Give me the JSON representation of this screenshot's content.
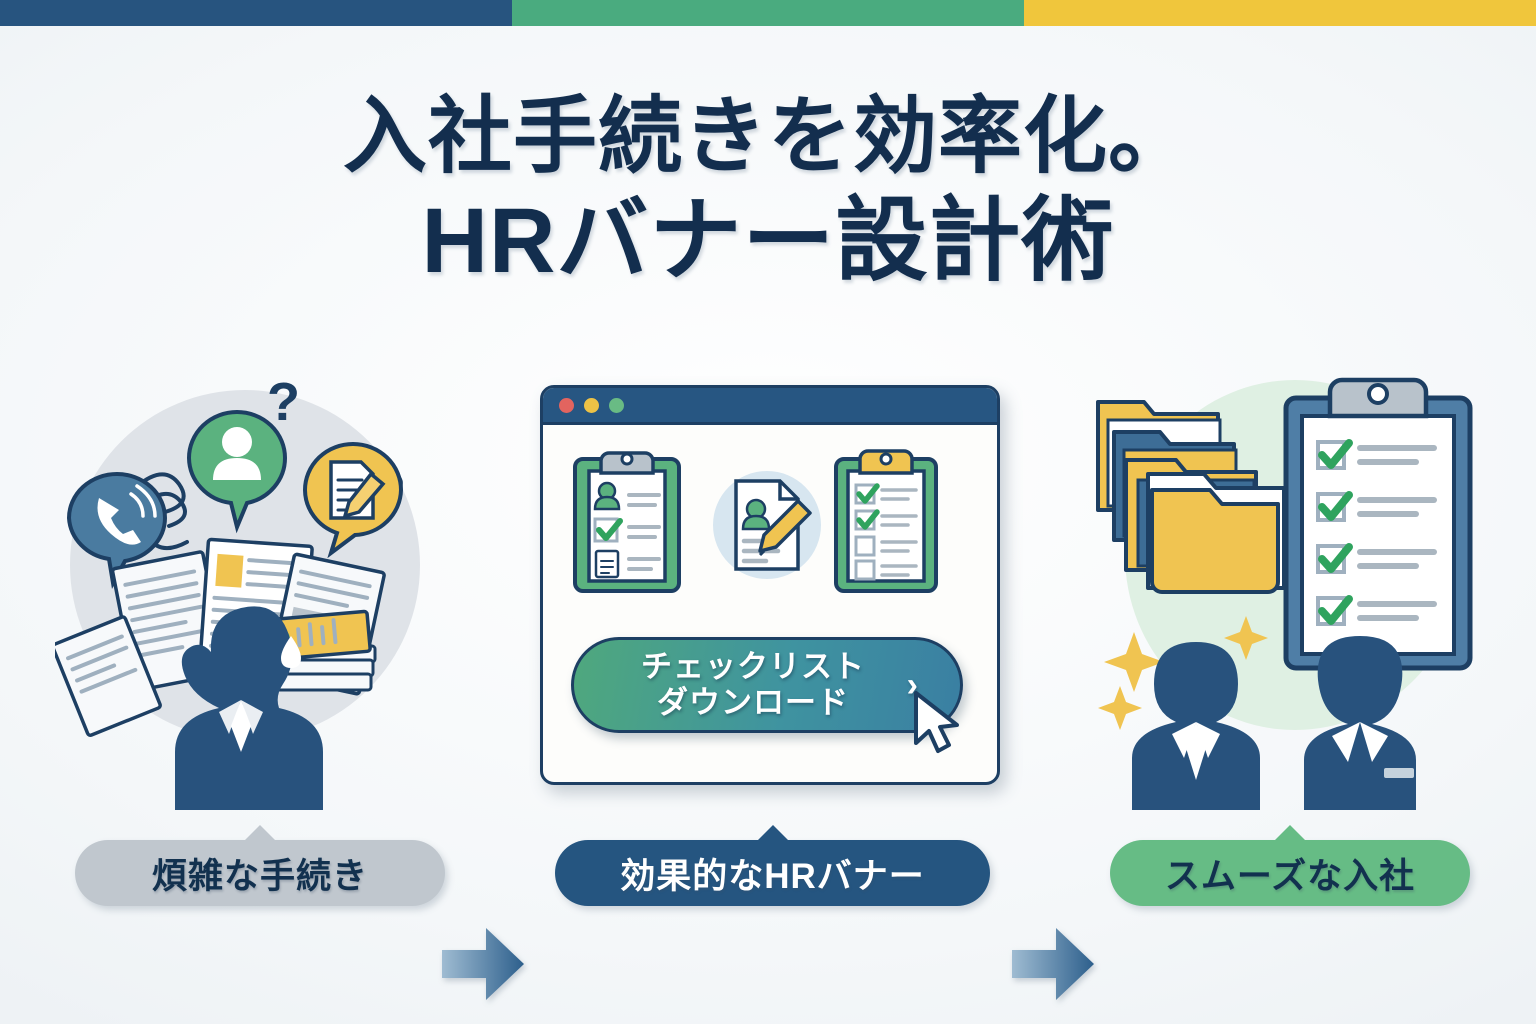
{
  "topbar": {
    "segments": [
      {
        "name": "navy",
        "color": "#27547f"
      },
      {
        "name": "green",
        "color": "#4aab7f"
      },
      {
        "name": "yellow",
        "color": "#f0c63c"
      }
    ]
  },
  "heading": {
    "line1": "入社手続きを効率化。",
    "line2": "HRバナー設計術",
    "color": "#132e4e"
  },
  "scenes": {
    "left": {
      "caption": "煩雑な手続き",
      "pill_color": "#c0c7ce",
      "pill_text_color": "#12314f",
      "icons": [
        "phone-bubble-icon",
        "person-bubble-icon",
        "document-pencil-bubble-icon",
        "question-mark-icon",
        "squiggle-icon",
        "paper-stack-icon",
        "stressed-person-icon"
      ]
    },
    "middle": {
      "caption": "効果的なHRバナー",
      "pill_color": "#255580",
      "pill_text_color": "#ffffff",
      "window": {
        "dots": [
          {
            "name": "close-dot",
            "color": "#e2645f"
          },
          {
            "name": "minimize-dot",
            "color": "#edc246"
          },
          {
            "name": "maximize-dot",
            "color": "#69bb84"
          }
        ],
        "icons": [
          "clipboard-profile-icon",
          "document-pencil-icon",
          "checklist-clipboard-icon"
        ],
        "cta": {
          "line1": "チェックリスト",
          "line2": "ダウンロード",
          "chevron": "›",
          "gradient_from": "#4fa87d",
          "gradient_to": "#3a7fa2"
        }
      }
    },
    "right": {
      "caption": "スムーズな入社",
      "pill_color": "#66bc85",
      "pill_text_color": "#12314f",
      "icons": [
        "folder-stack-icon",
        "checklist-clipboard-icon",
        "sparkle-icon",
        "businessman-icon",
        "businesswoman-icon"
      ],
      "checklist_checked": 4
    },
    "arrows": [
      {
        "name": "arrow-left-to-middle"
      },
      {
        "name": "arrow-middle-to-right"
      }
    ]
  }
}
